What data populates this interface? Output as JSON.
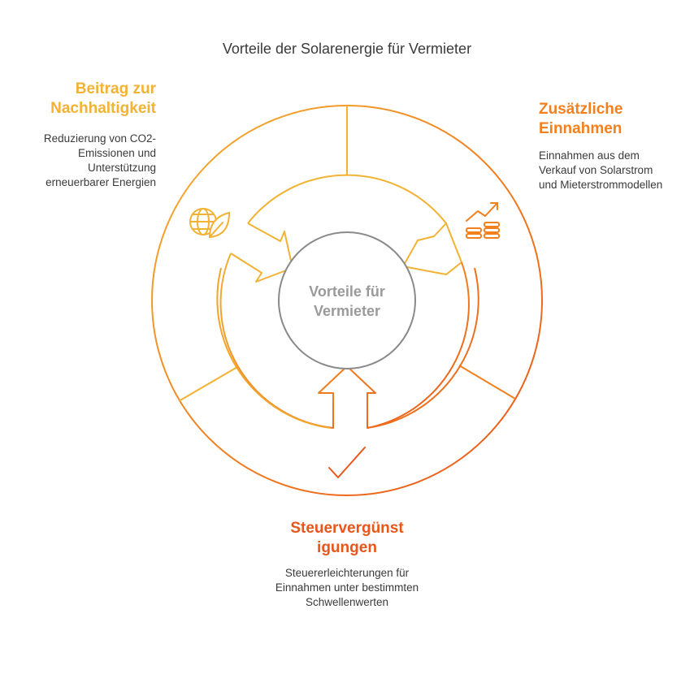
{
  "title": "Vorteile der Solarenergie für Vermieter",
  "center_label": "Vorteile für Vermieter",
  "colors": {
    "yellow": "#f2b233",
    "orange": "#f2801f",
    "red_orange": "#e8561a",
    "gray": "#8a8a8a"
  },
  "segments": [
    {
      "heading": "Beitrag zur Nachhaltigkeit",
      "description": "Reduzierung von CO2-Emissionen und Unterstützung erneuerbarer Energien",
      "icon": "globe-leaf-icon",
      "color": "#f2b233"
    },
    {
      "heading": "Zusätzliche Einnahmen",
      "description": "Einnahmen aus dem Verkauf von Solarstrom und Mieterstrommodellen",
      "icon": "coins-growth-icon",
      "color": "#f2801f"
    },
    {
      "heading": "Steuervergünst igungen",
      "description": "Steuererleichterungen für Einnahmen unter bestimmten Schwellenwerten",
      "icon": "checkmark-icon",
      "color": "#e8561a"
    }
  ]
}
